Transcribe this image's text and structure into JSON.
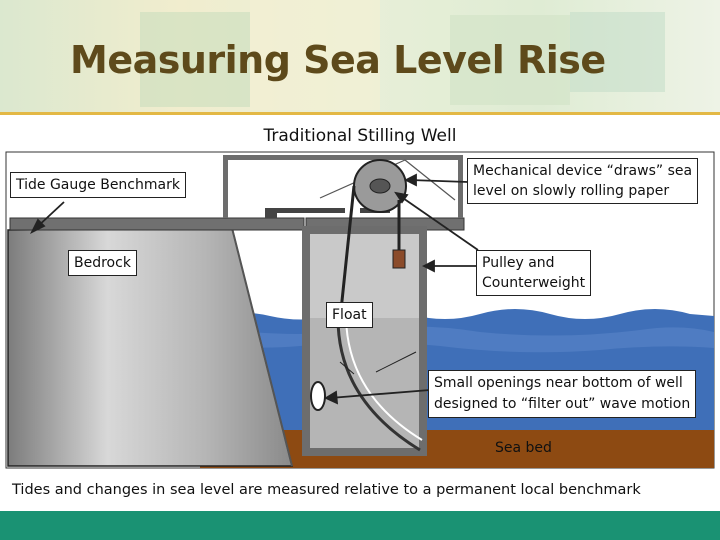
{
  "title": "Measuring Sea Level Rise",
  "subtitle": "Traditional Stilling Well",
  "labels": {
    "tide_gauge_benchmark": "Tide Gauge Benchmark",
    "mechanical_device_line1": "Mechanical device “draws” sea",
    "mechanical_device_line2": "level on slowly rolling paper",
    "bedrock": "Bedrock",
    "pulley_line1": "Pulley and",
    "pulley_line2": "Counterweight",
    "float": "Float",
    "openings_line1": "Small openings near bottom of well",
    "openings_line2": "designed to “filter out” wave motion",
    "sea_bed": "Sea bed"
  },
  "caption": "Tides and changes in sea level are measured relative to a permanent local benchmark",
  "colors": {
    "title": "#5e4a1b",
    "header_rule": "#e3b845",
    "water": "#3f6fb8",
    "sea_bed": "#8d4a12",
    "well_frame": "#6d6d6d",
    "footer": "#1a9273"
  }
}
